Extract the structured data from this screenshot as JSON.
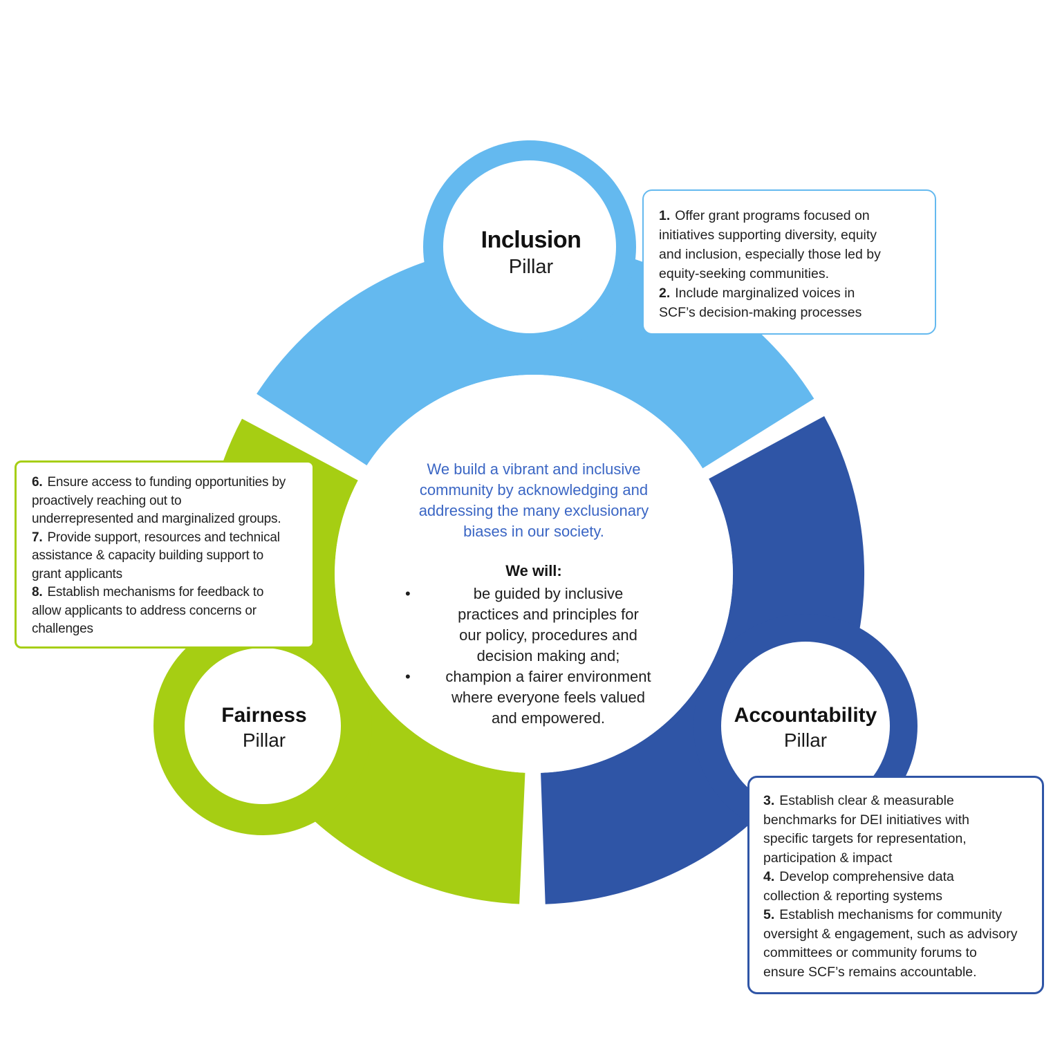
{
  "colors": {
    "inclusion": "#64b9ef",
    "fairness": "#a6ce13",
    "accountability": "#2f55a6",
    "mission-text": "#3b66c4",
    "body-text": "#1f1f1f",
    "background": "#ffffff"
  },
  "center": {
    "mission": "We build a vibrant and inclusive\ncommunity by acknowledging and\naddressing the many exclusionary\nbiases in our society.",
    "we_will_label": "We will:",
    "bullet_char": "•",
    "bullets": [
      "be guided by inclusive\npractices and principles for\nour policy, procedures and\ndecision making and;",
      "champion a fairer environment\nwhere everyone feels valued\nand empowered."
    ]
  },
  "pillars": {
    "inclusion": {
      "title": "Inclusion",
      "subtitle": "Pillar"
    },
    "fairness": {
      "title": "Fairness",
      "subtitle": "Pillar"
    },
    "accountability": {
      "title": "Accountability",
      "subtitle": "Pillar"
    }
  },
  "callouts": {
    "inclusion": {
      "items": [
        {
          "num": "1.",
          "text": "Offer grant programs focused on\ninitiatives supporting diversity, equity\nand inclusion, especially those led by\nequity-seeking communities."
        },
        {
          "num": "2.",
          "text": "Include marginalized voices in\nSCF’s decision-making processes"
        }
      ]
    },
    "fairness": {
      "items": [
        {
          "num": "6.",
          "text": "Ensure access to funding opportunities by\nproactively reaching out to\nunderrepresented and marginalized groups."
        },
        {
          "num": "7.",
          "text": "Provide support, resources and technical\nassistance & capacity building support to\ngrant applicants"
        },
        {
          "num": "8.",
          "text": "Establish mechanisms for feedback to\nallow applicants to address concerns or\nchallenges"
        }
      ]
    },
    "accountability": {
      "items": [
        {
          "num": "3.",
          "text": "Establish clear & measurable\nbenchmarks for DEI initiatives with\nspecific targets for representation,\nparticipation & impact"
        },
        {
          "num": "4.",
          "text": "Develop comprehensive data\ncollection & reporting systems"
        },
        {
          "num": "5.",
          "text": "Establish mechanisms for community\noversight & engagement, such as advisory\ncommittees or community forums to\nensure SCF’s remains accountable."
        }
      ]
    }
  }
}
